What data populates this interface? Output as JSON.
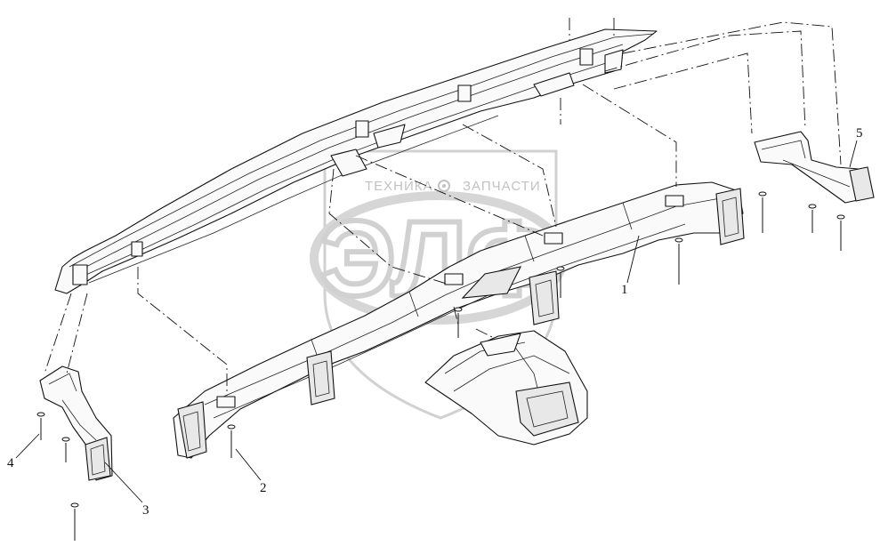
{
  "watermark": {
    "top_text": "ТЕХНИКА",
    "bottom_text": "ЗАПЧАСТИ",
    "logo": "ЭЛФ",
    "gear_icon": "gear-icon"
  },
  "callouts": {
    "c1": "1",
    "c2": "2",
    "c3": "3",
    "c4": "4",
    "c5": "5"
  },
  "colors": {
    "line": "#111111",
    "watermark": "#c0c0c0",
    "background": "#ffffff"
  }
}
